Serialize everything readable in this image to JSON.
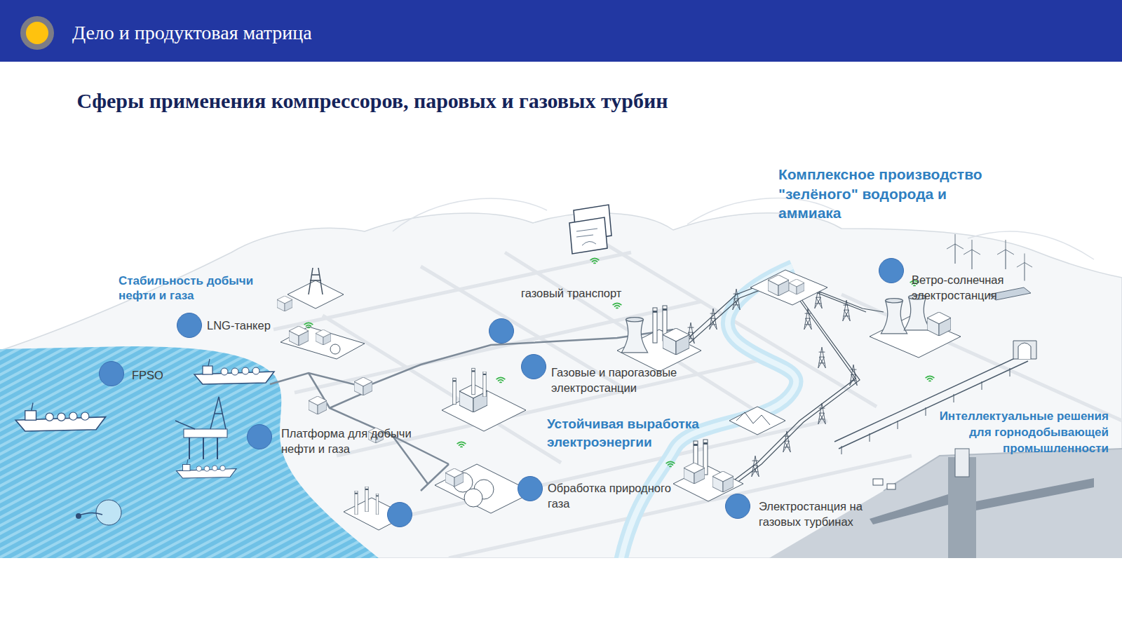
{
  "diagram": {
    "title": "Сферы применения компрессоров, паровых и газовых турбин",
    "nodes": [
      {
        "text": [
          "Ветро-солнечная электростанция"
        ]
      },
      {
        "text": [
          "LNG-танкер"
        ]
      },
      {
        "text": [
          "FPSO"
        ]
      },
      {
        "text": [
          "Газовые и парогазовые электростанции"
        ]
      },
      {
        "text": [
          "Платформа для добычи нефти и газа"
        ]
      },
      {
        "text": [
          "Обработка природного газа"
        ]
      },
      {
        "text": [
          "Электростанция на газовых турбинах"
        ]
      }
    ],
    "labels": [
      "Дело и продуктовая матрица",
      "Стабильность добычи нефти и газа",
      "газовый транспорт",
      "Комплексное производство \"зелёного\" водорода и аммиака",
      "Устойчивая выработка электроэнергии",
      "Интеллектуальные решения для горнодобывающей промышленности"
    ]
  }
}
